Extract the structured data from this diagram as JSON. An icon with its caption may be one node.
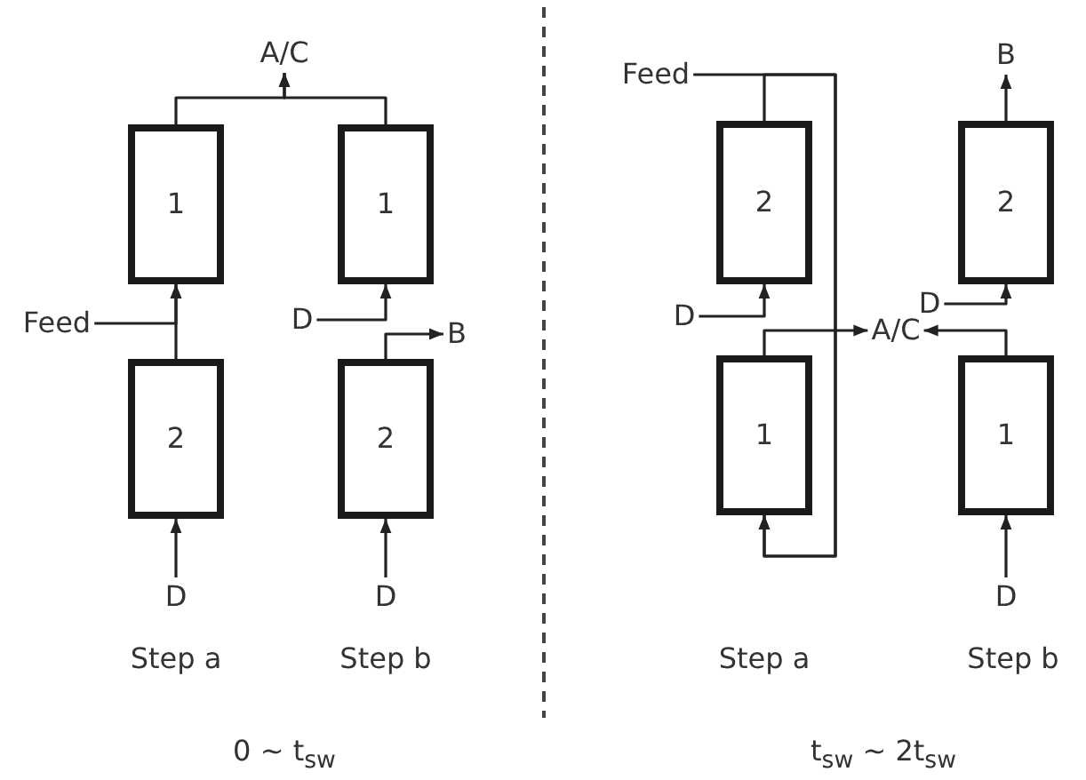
{
  "diagram": {
    "nodes": [
      {
        "text": [
          "A/C"
        ]
      },
      {
        "text": [
          "1"
        ]
      },
      {
        "text": [
          "1"
        ]
      },
      {
        "text": [
          "Feed"
        ]
      },
      {
        "text": [
          "D"
        ]
      },
      {
        "text": [
          "B"
        ]
      },
      {
        "text": [
          "2"
        ]
      },
      {
        "text": [
          "2"
        ]
      },
      {
        "text": [
          "D"
        ]
      },
      {
        "text": [
          "D"
        ]
      },
      {
        "text": [
          "Feed"
        ]
      },
      {
        "text": [
          "B"
        ]
      },
      {
        "text": [
          "2"
        ]
      },
      {
        "text": [
          "2"
        ]
      },
      {
        "text": [
          "D"
        ]
      },
      {
        "text": [
          "D"
        ]
      },
      {
        "text": [
          "A/C"
        ]
      },
      {
        "text": [
          "1"
        ]
      },
      {
        "text": [
          "1"
        ]
      },
      {
        "text": [
          "D"
        ]
      }
    ],
    "edges": [
      {
        "from": 8,
        "to": 6,
        "arrow": "to"
      },
      {
        "from": 6,
        "to": 1,
        "arrow": "to"
      },
      {
        "from": 3,
        "to": 1,
        "arrow": "to"
      },
      {
        "from": 1,
        "to": 0,
        "arrow": "to"
      },
      {
        "from": 2,
        "to": 0,
        "arrow": "to"
      },
      {
        "from": 4,
        "to": 2,
        "arrow": "to"
      },
      {
        "from": 7,
        "to": 5,
        "arrow": "to"
      },
      {
        "from": 9,
        "to": 7,
        "arrow": "to"
      },
      {
        "from": 14,
        "to": 12,
        "arrow": "to"
      },
      {
        "from": 12,
        "to": 17,
        "arrow": "to"
      },
      {
        "from": 10,
        "to": 17,
        "arrow": "to"
      },
      {
        "from": 17,
        "to": 16,
        "arrow": "to"
      },
      {
        "from": 18,
        "to": 16,
        "arrow": "to"
      },
      {
        "from": 15,
        "to": 13,
        "arrow": "to"
      },
      {
        "from": 13,
        "to": 11,
        "arrow": "to"
      },
      {
        "from": 19,
        "to": 18,
        "arrow": "to"
      }
    ],
    "labels": [
      "Step a",
      "Step b",
      "Step a",
      "Step b",
      "0 ~ t$_{sw}$",
      "t$_{sw}$ ~ 2t$_{sw}$"
    ]
  }
}
